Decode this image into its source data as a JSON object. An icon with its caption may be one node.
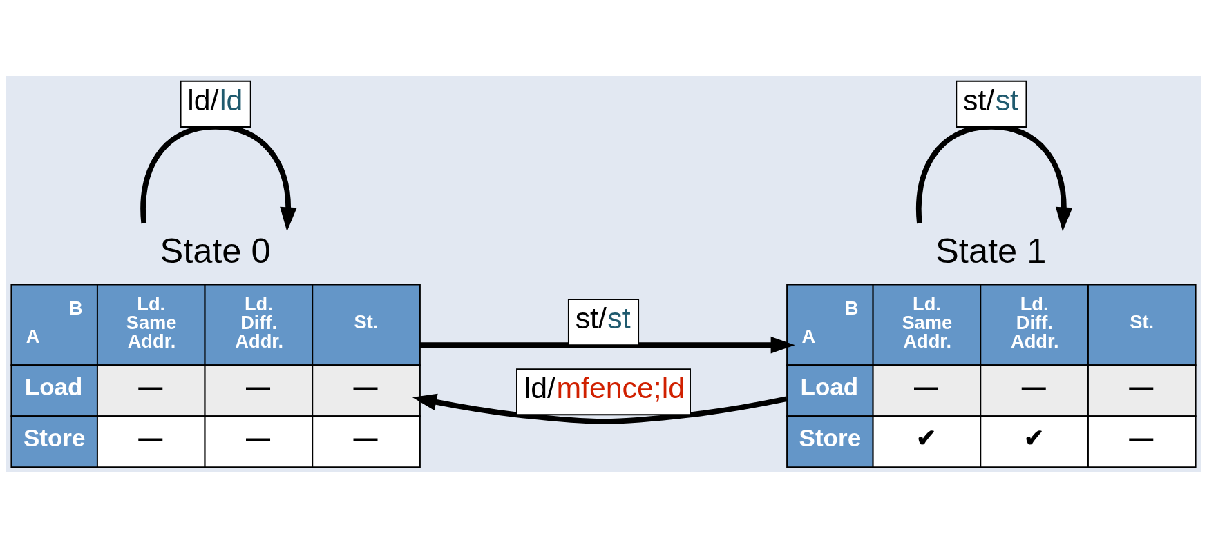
{
  "diagram": {
    "nodes": [
      {
        "text": [
          "State 0",
          "B",
          "A",
          "Ld. Same Addr.",
          "Ld. Diff. Addr.",
          "St.",
          "Load",
          "—",
          "—",
          "—",
          "Store",
          "—",
          "—",
          "—"
        ]
      },
      {
        "text": [
          "State 1",
          "B",
          "A",
          "Ld. Same Addr.",
          "Ld. Diff. Addr.",
          "St.",
          "Load",
          "—",
          "—",
          "—",
          "Store",
          "✔",
          "✔",
          "—"
        ]
      }
    ],
    "edges": [
      {
        "from": 0,
        "to": 0,
        "arrow": "to",
        "label": "ld/ld"
      },
      {
        "from": 0,
        "to": 1,
        "arrow": "to",
        "label": "st/st"
      },
      {
        "from": 1,
        "to": 0,
        "arrow": "to",
        "label": "ld/mfence;ld"
      },
      {
        "from": 1,
        "to": 1,
        "arrow": "to",
        "label": "st/st"
      }
    ]
  }
}
